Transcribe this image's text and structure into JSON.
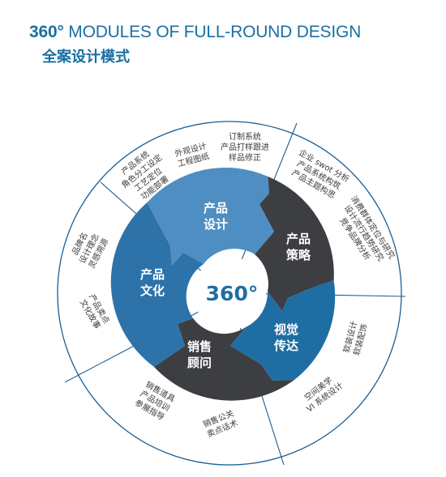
{
  "title": {
    "number": "360°",
    "english": " MODULES OF FULL-ROUND DESIGN",
    "chinese": "全案设计模式"
  },
  "center": {
    "label": "360°"
  },
  "colors": {
    "blue_light": "#4f8ec3",
    "blue_mid": "#2d73aa",
    "blue_deep": "#1f6ea3",
    "dark": "#3d3e42",
    "outline": "#1b5e94"
  },
  "segments": {
    "design": {
      "line1": "产品",
      "line2": "设计"
    },
    "strategy": {
      "line1": "产品",
      "line2": "策略"
    },
    "visual": {
      "line1": "视觉",
      "line2": "传达"
    },
    "sales": {
      "line1": "销售",
      "line2": "顾问"
    },
    "culture": {
      "line1": "产品",
      "line2": "文化"
    }
  },
  "descriptions": {
    "design_left": [
      "产品系统",
      "角色分工设定",
      "工艺定位",
      "功能部署"
    ],
    "design_mid": [
      "外观设计",
      "工程图纸"
    ],
    "design_right": [
      "订制系统",
      "产品打样跟进",
      "样品修正"
    ],
    "strategy_inner": [
      "企业 swot 分析",
      "产品系统构筑",
      "产品主题构思"
    ],
    "strategy_outer": [
      "消费群体定位与研究",
      "设计流行趋势研究",
      "竞争品牌分析"
    ],
    "visual_top": [
      "软装设计",
      "软装配饰"
    ],
    "visual_bottom": [
      "空间美学",
      "VI 系统设计"
    ],
    "sales_right": [
      "销售公关",
      "卖点话术"
    ],
    "sales_left": [
      "销售道具",
      "产品培训",
      "参展指导"
    ],
    "culture_top": [
      "品牌名",
      "设计理念",
      "灵感溯源"
    ],
    "culture_bottom": [
      "产品卖点",
      "文化故事"
    ]
  }
}
